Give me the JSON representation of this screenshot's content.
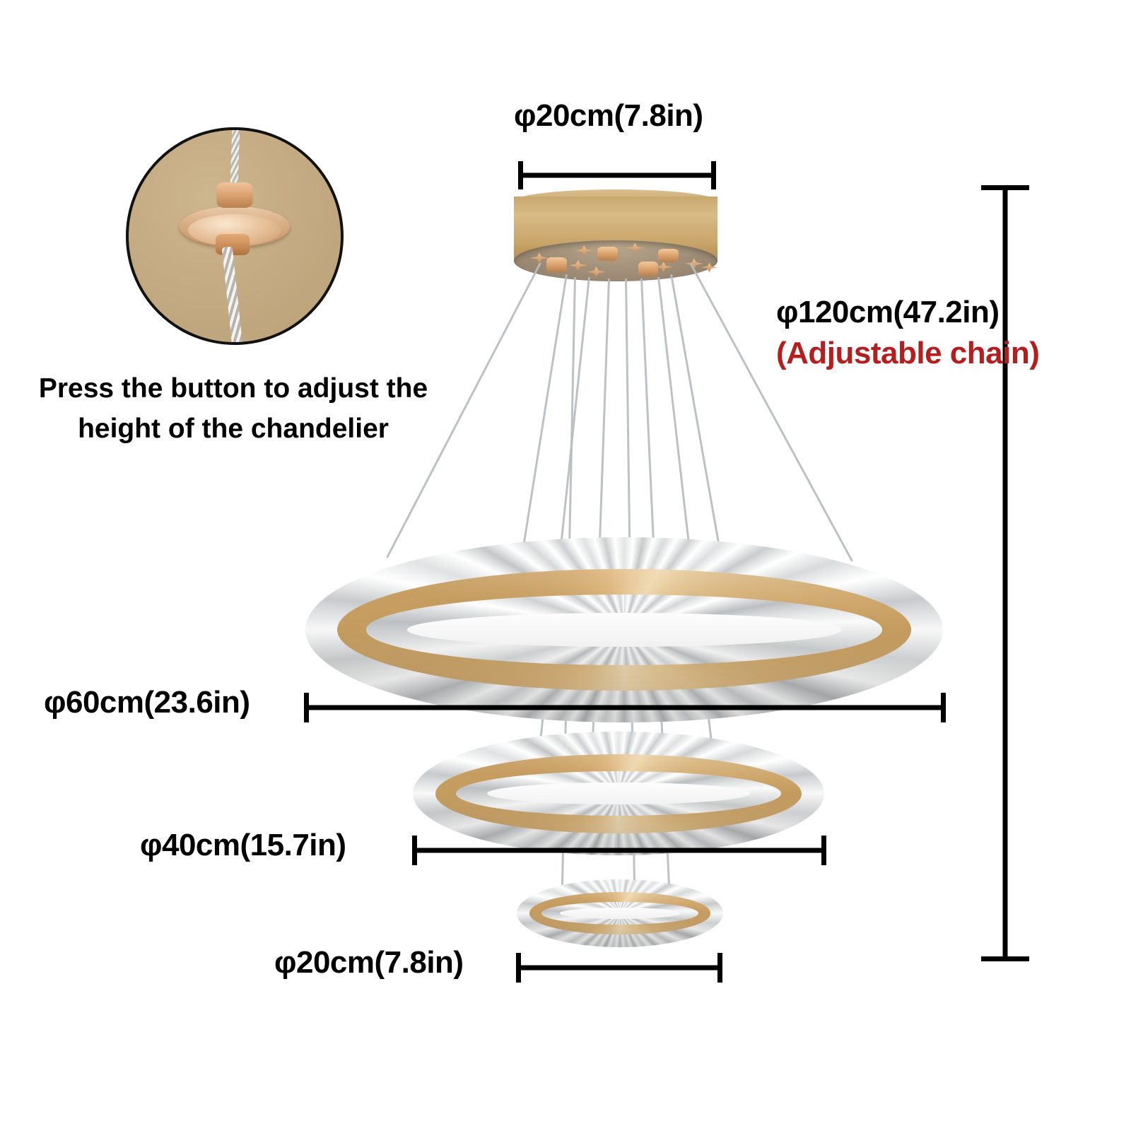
{
  "product": {
    "type": "3-ring crystal LED chandelier dimension diagram",
    "colors": {
      "gold": "#C9A05E",
      "crystal": "#E6E9EA",
      "red_note": "#B41E1E",
      "line": "#000000",
      "inset_background": "#C4AB83"
    }
  },
  "inset": {
    "caption_line1": "Press the button to adjust the",
    "caption_line2": "height of the chandelier",
    "icon": "cable-gripper-button-photo"
  },
  "dimensions": {
    "canopy": {
      "label": "φ20cm(7.8in)",
      "target": "ceiling-canopy-plate"
    },
    "chain": {
      "label": "φ120cm(47.2in)",
      "note": "(Adjustable chain)",
      "target": "total-drop-height"
    },
    "ring_large": {
      "label": "φ60cm(23.6in)",
      "target": "top-ring"
    },
    "ring_medium": {
      "label": "φ40cm(15.7in)",
      "target": "middle-ring"
    },
    "ring_small": {
      "label": "φ20cm(7.8in)",
      "target": "bottom-ring"
    }
  }
}
